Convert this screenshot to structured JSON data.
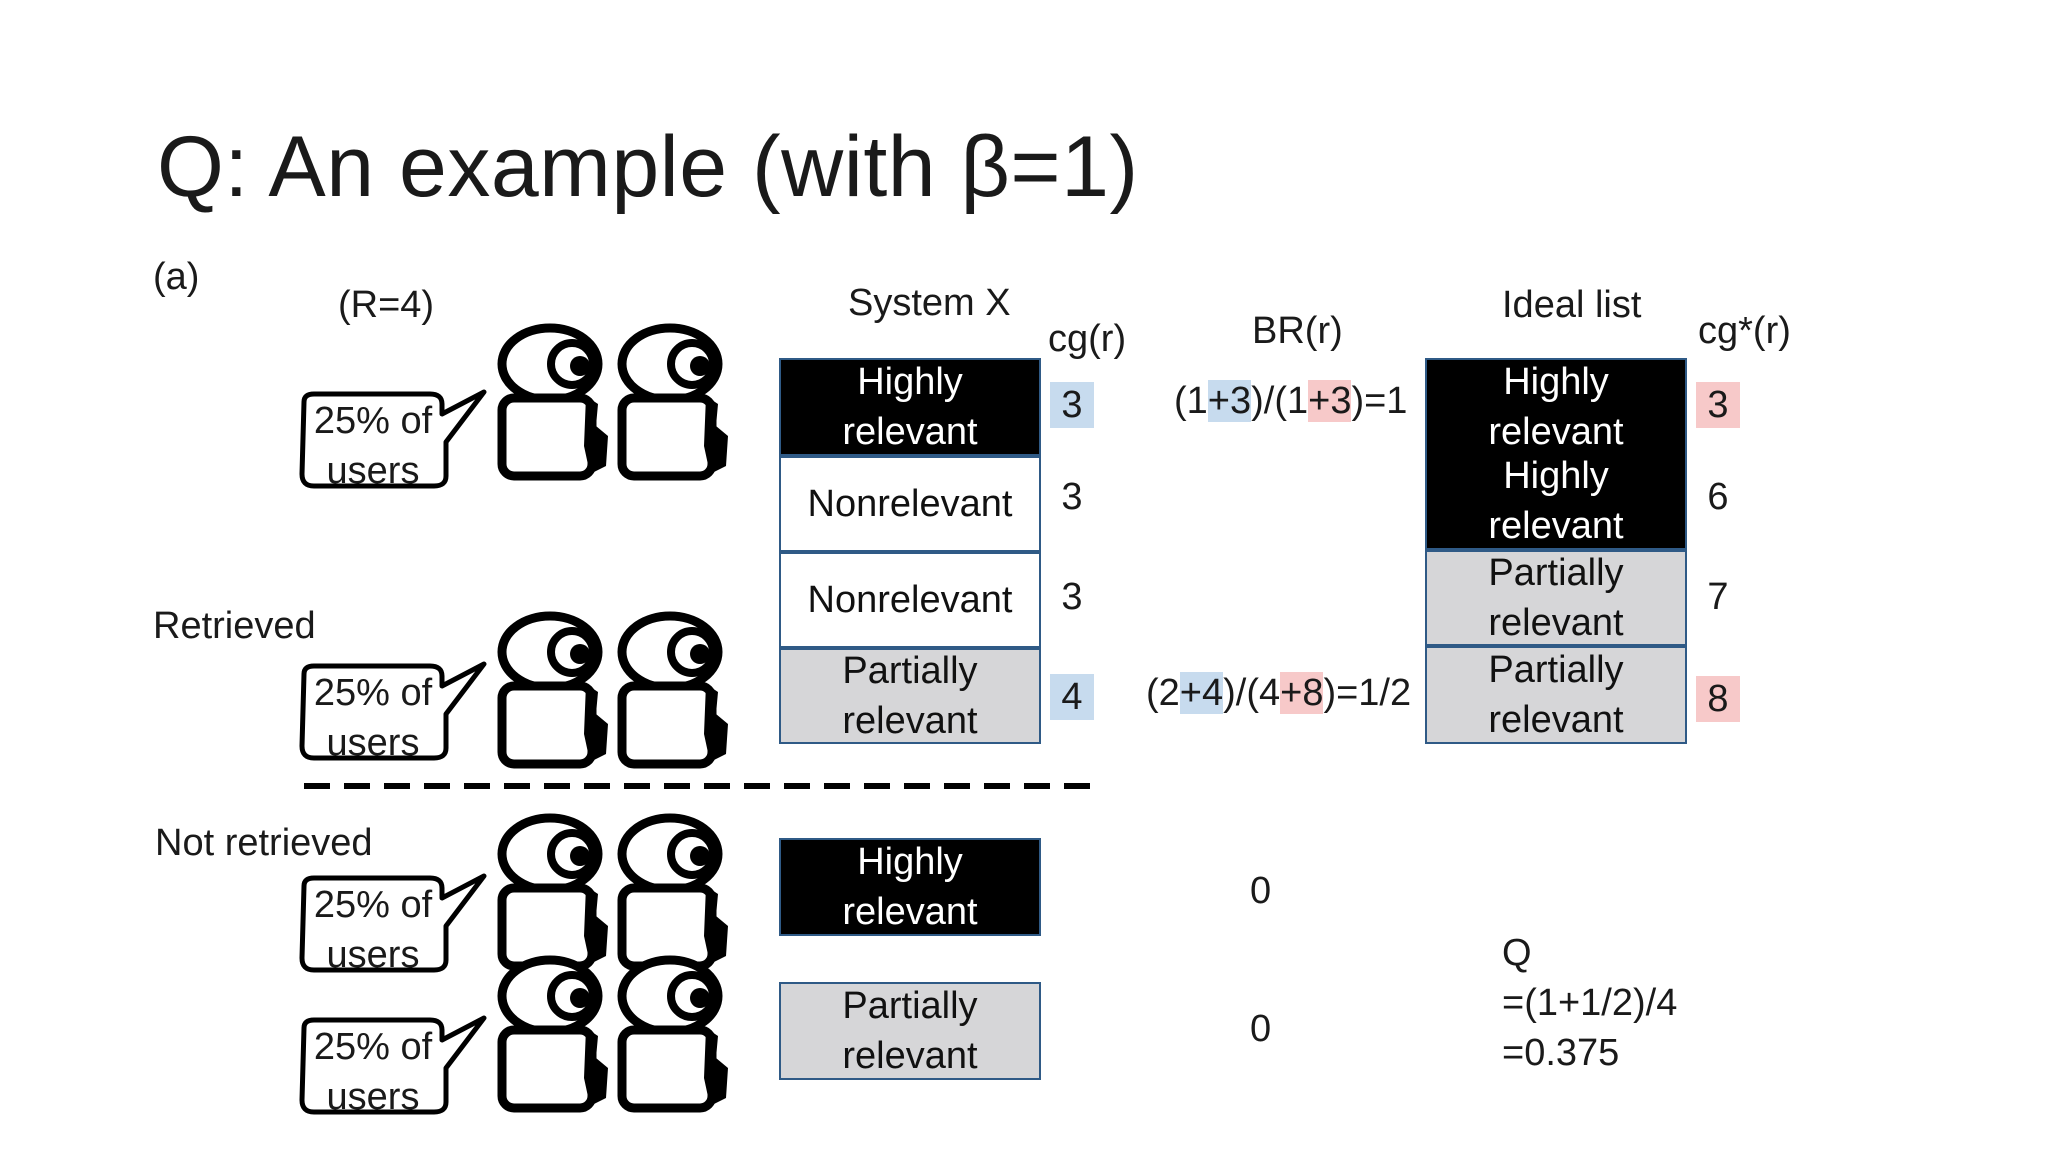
{
  "title": "Q: An example (with β=1)",
  "labels": {
    "part": "(a)",
    "r_value": "(R=4)",
    "retrieved": "Retrieved",
    "not_retrieved": "Not retrieved"
  },
  "bubbles": [
    "25% of\nusers",
    "25% of\nusers",
    "25% of\nusers",
    "25% of\nusers"
  ],
  "system_x": {
    "header": "System X",
    "cg_header": "cg(r)",
    "rows": [
      {
        "label": "Highly\nrelevant",
        "cg": "3"
      },
      {
        "label": "Nonrelevant",
        "cg": "3"
      },
      {
        "label": "Nonrelevant",
        "cg": "3"
      },
      {
        "label": "Partially\nrelevant",
        "cg": "4"
      }
    ],
    "not_retrieved": [
      "Highly\nrelevant",
      "Partially\nrelevant"
    ]
  },
  "br": {
    "header": "BR(r)",
    "row1": {
      "p1": "(1",
      "p2": "+3",
      "p3": ")/(1",
      "p4": "+3",
      "p5": ")=1"
    },
    "row4": {
      "p1": "(2",
      "p2": "+4",
      "p3": ")/(4",
      "p4": "+8",
      "p5": ")=1/2"
    },
    "zero1": "0",
    "zero2": "0"
  },
  "ideal": {
    "header": "Ideal list",
    "cg_header": "cg*(r)",
    "rows": [
      {
        "label": "Highly\nrelevant",
        "cg": "3"
      },
      {
        "label": "Highly\nrelevant",
        "cg": "6"
      },
      {
        "label": "Partially\nrelevant",
        "cg": "7"
      },
      {
        "label": "Partially\nrelevant",
        "cg": "8"
      }
    ]
  },
  "q": {
    "line1": "Q",
    "line2": "=(1+1/2)/4",
    "line3": "=0.375"
  },
  "colors": {
    "highlight_blue": "#c7dbee",
    "highlight_pink": "#f7c9c9",
    "highly_relevant_fill": "#000000",
    "partially_relevant_fill": "#d6d6d8",
    "cell_border": "#2f5a86"
  }
}
